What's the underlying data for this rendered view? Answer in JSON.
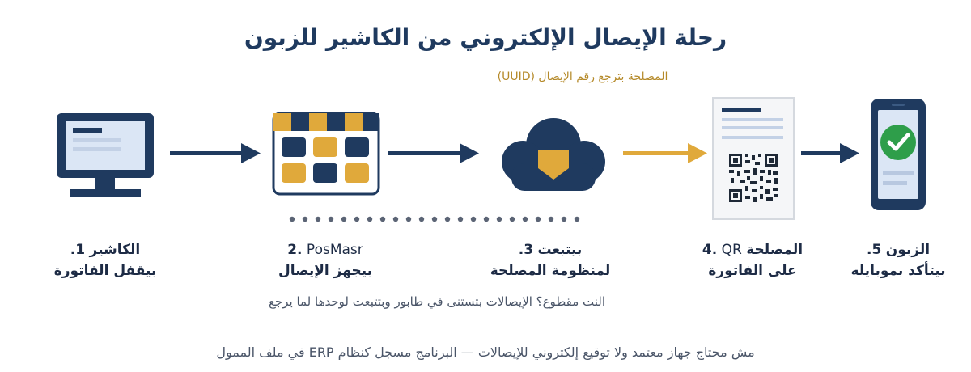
{
  "title": "رحلة الإيصال الإلكتروني من الكاشير للزبون",
  "uuid_note": "المصلحة بترجع رقم الإيصال (UUID)",
  "steps": [
    {
      "num": "1.",
      "line1": "الكاشير",
      "line2": "بيقفل الفاتورة",
      "icon": "monitor-icon"
    },
    {
      "num": "2.",
      "line1": "PosMasr",
      "line2": "بيجهز الإيصال",
      "icon": "pos-grid-icon"
    },
    {
      "num": "3.",
      "line1": "بيتبعت",
      "line2": "لمنظومة المصلحة",
      "icon": "cloud-shield-icon"
    },
    {
      "num": "4.",
      "line1": "QR المصلحة",
      "line1_latin": "QR",
      "line1_ar": "المصلحة",
      "line2": "على الفاتورة",
      "icon": "receipt-qr-icon"
    },
    {
      "num": "5.",
      "line1": "الزبون",
      "line2": "بيتأكد بموبايله",
      "icon": "phone-check-icon"
    }
  ],
  "offline_note": "النت مقطوع؟ الإيصالات بتستنى في طابور وبتتبعت لوحدها لما يرجع",
  "footer": "مش محتاج جهاز معتمد ولا توقيع إلكتروني للإيصالات — البرنامج مسجل كنظام ERP في ملف الممول",
  "colors": {
    "navy": "#1f3a5f",
    "gold": "#e0a93b",
    "light_blue": "#dbe6f5",
    "green": "#2e9e4a"
  }
}
